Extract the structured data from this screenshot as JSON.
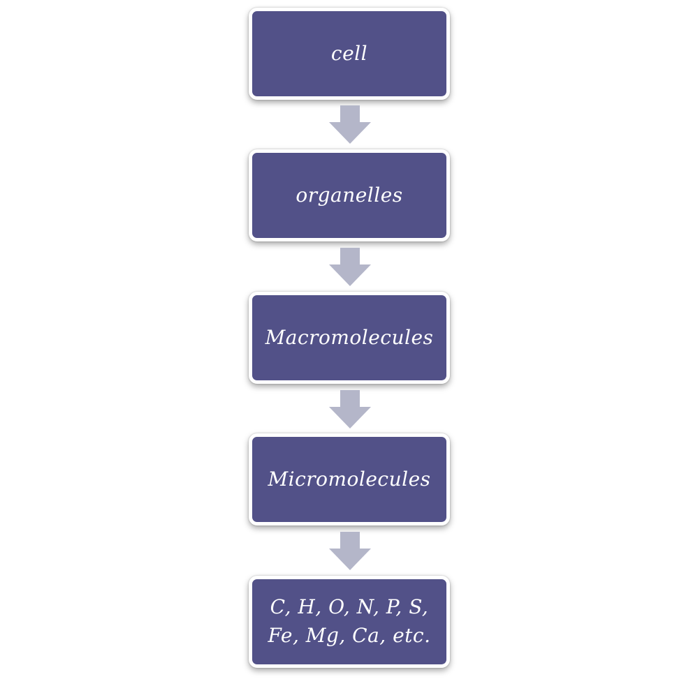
{
  "diagram": {
    "nodes": [
      {
        "label": "cell"
      },
      {
        "label": "organelles"
      },
      {
        "label": "Macromolecules"
      },
      {
        "label": "Micromolecules"
      },
      {
        "label": "C, H, O, N, P, S,\nFe, Mg, Ca, etc."
      }
    ],
    "colors": {
      "node_fill": "#525188",
      "node_border": "#ffffff",
      "arrow_fill": "#b4b6c9",
      "text": "#ffffff"
    },
    "arrow_icon": "arrow-down-icon"
  }
}
